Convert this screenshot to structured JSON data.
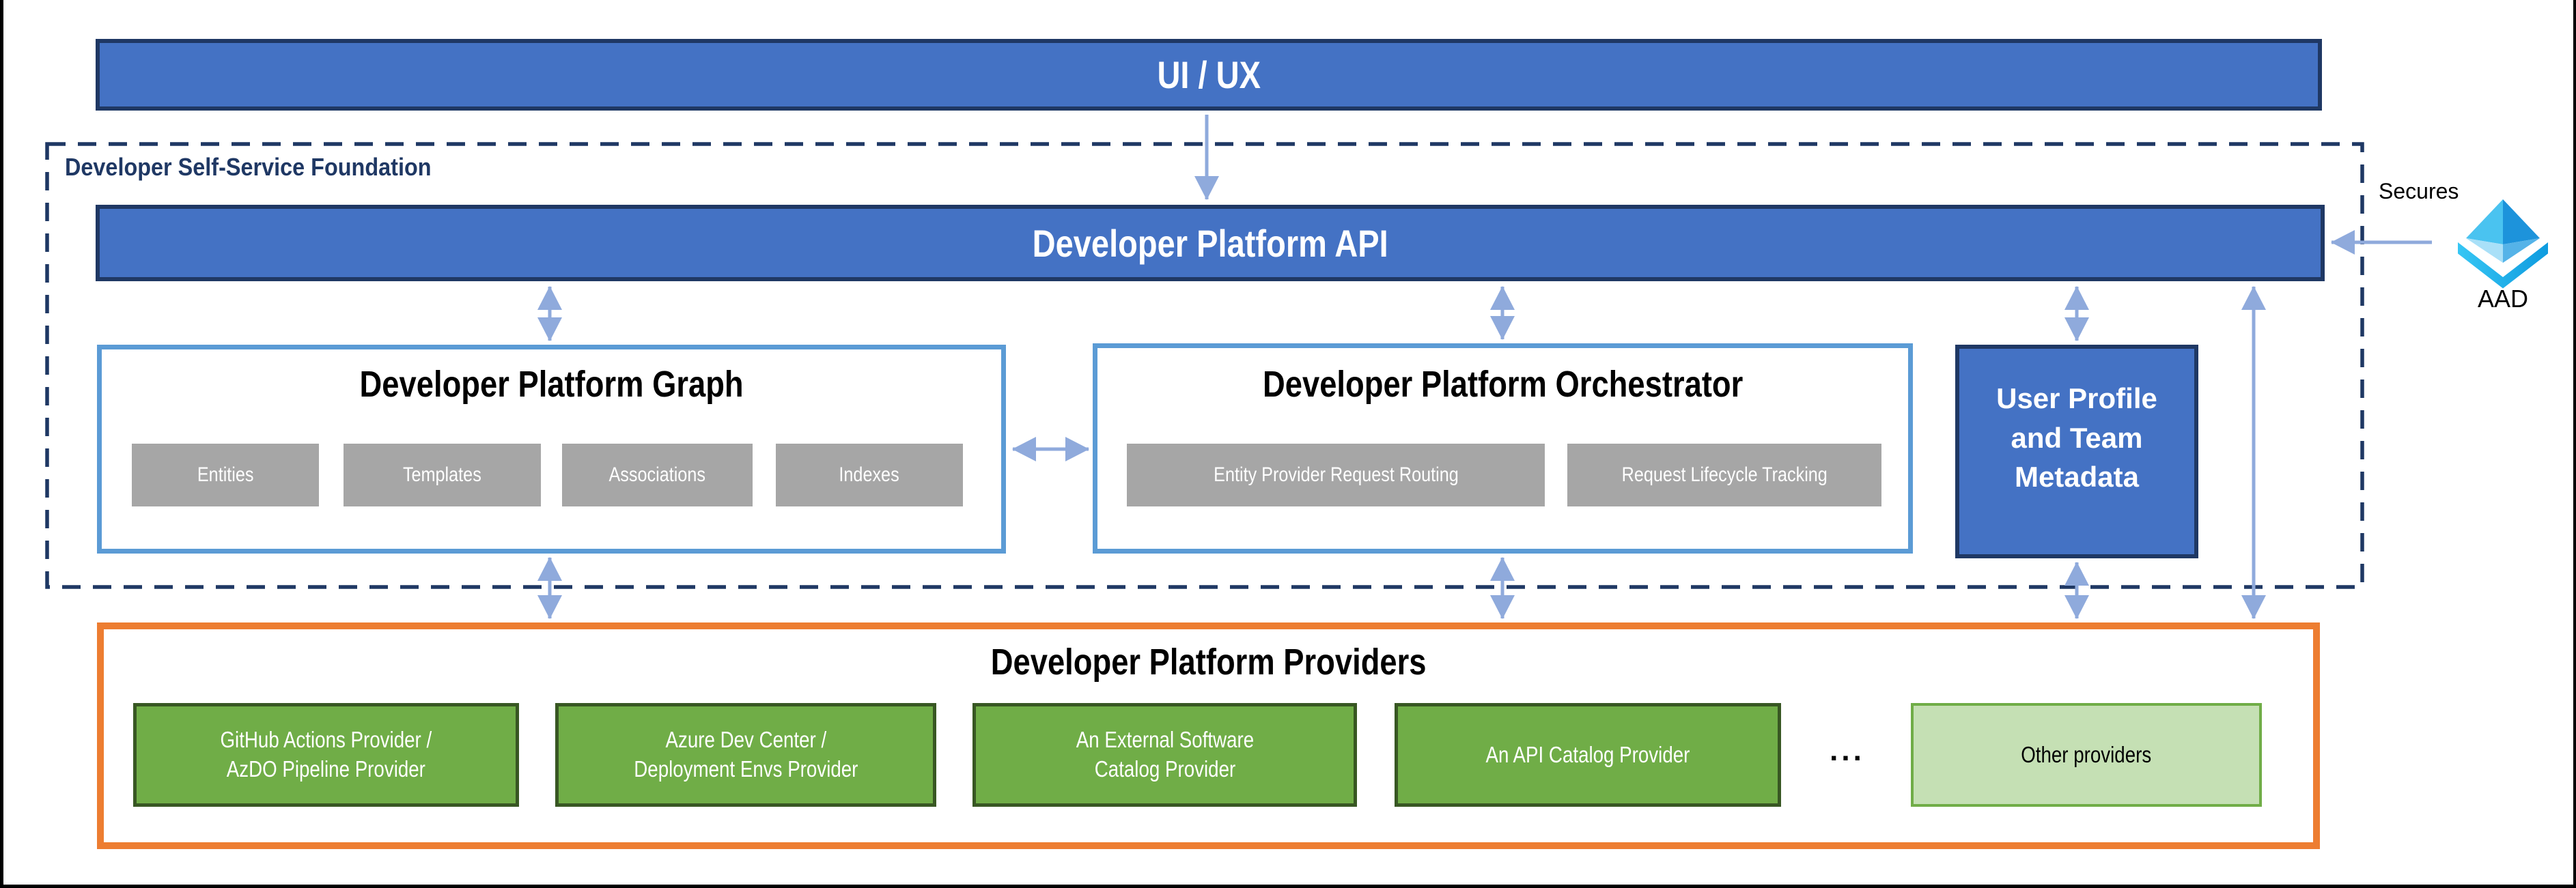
{
  "colors": {
    "bar_fill": "#4472C4",
    "bar_border": "#1F3864",
    "panel_border": "#5B9BD5",
    "gray_chip": "#A6A6A6",
    "providers_border": "#ED7D31",
    "green_fill": "#70AD47",
    "green_border": "#385723",
    "light_green_fill": "#C5E0B4",
    "arrow": "#8FAADC",
    "dashed_border": "#1F3864"
  },
  "nodes": {
    "uiux_label": "UI / UX",
    "foundation_label": "Developer Self-Service Foundation",
    "api_label": "Developer Platform API",
    "graph_title": "Developer Platform Graph",
    "graph_items": [
      "Entities",
      "Templates",
      "Associations",
      "Indexes"
    ],
    "orchestrator_title": "Developer Platform Orchestrator",
    "orchestrator_items": [
      "Entity Provider Request Routing",
      "Request Lifecycle Tracking"
    ],
    "user_profile_label": "User Profile\nand Team\nMetadata",
    "providers_title": "Developer Platform Providers",
    "provider_items": [
      "GitHub Actions Provider /\nAzDO Pipeline Provider",
      "Azure Dev Center /\nDeployment Envs Provider",
      "An External Software\nCatalog Provider",
      "An API Catalog Provider"
    ],
    "providers_ellipsis": "...",
    "other_provider_label": "Other providers",
    "secures_label": "Secures",
    "aad_label": "AAD"
  }
}
